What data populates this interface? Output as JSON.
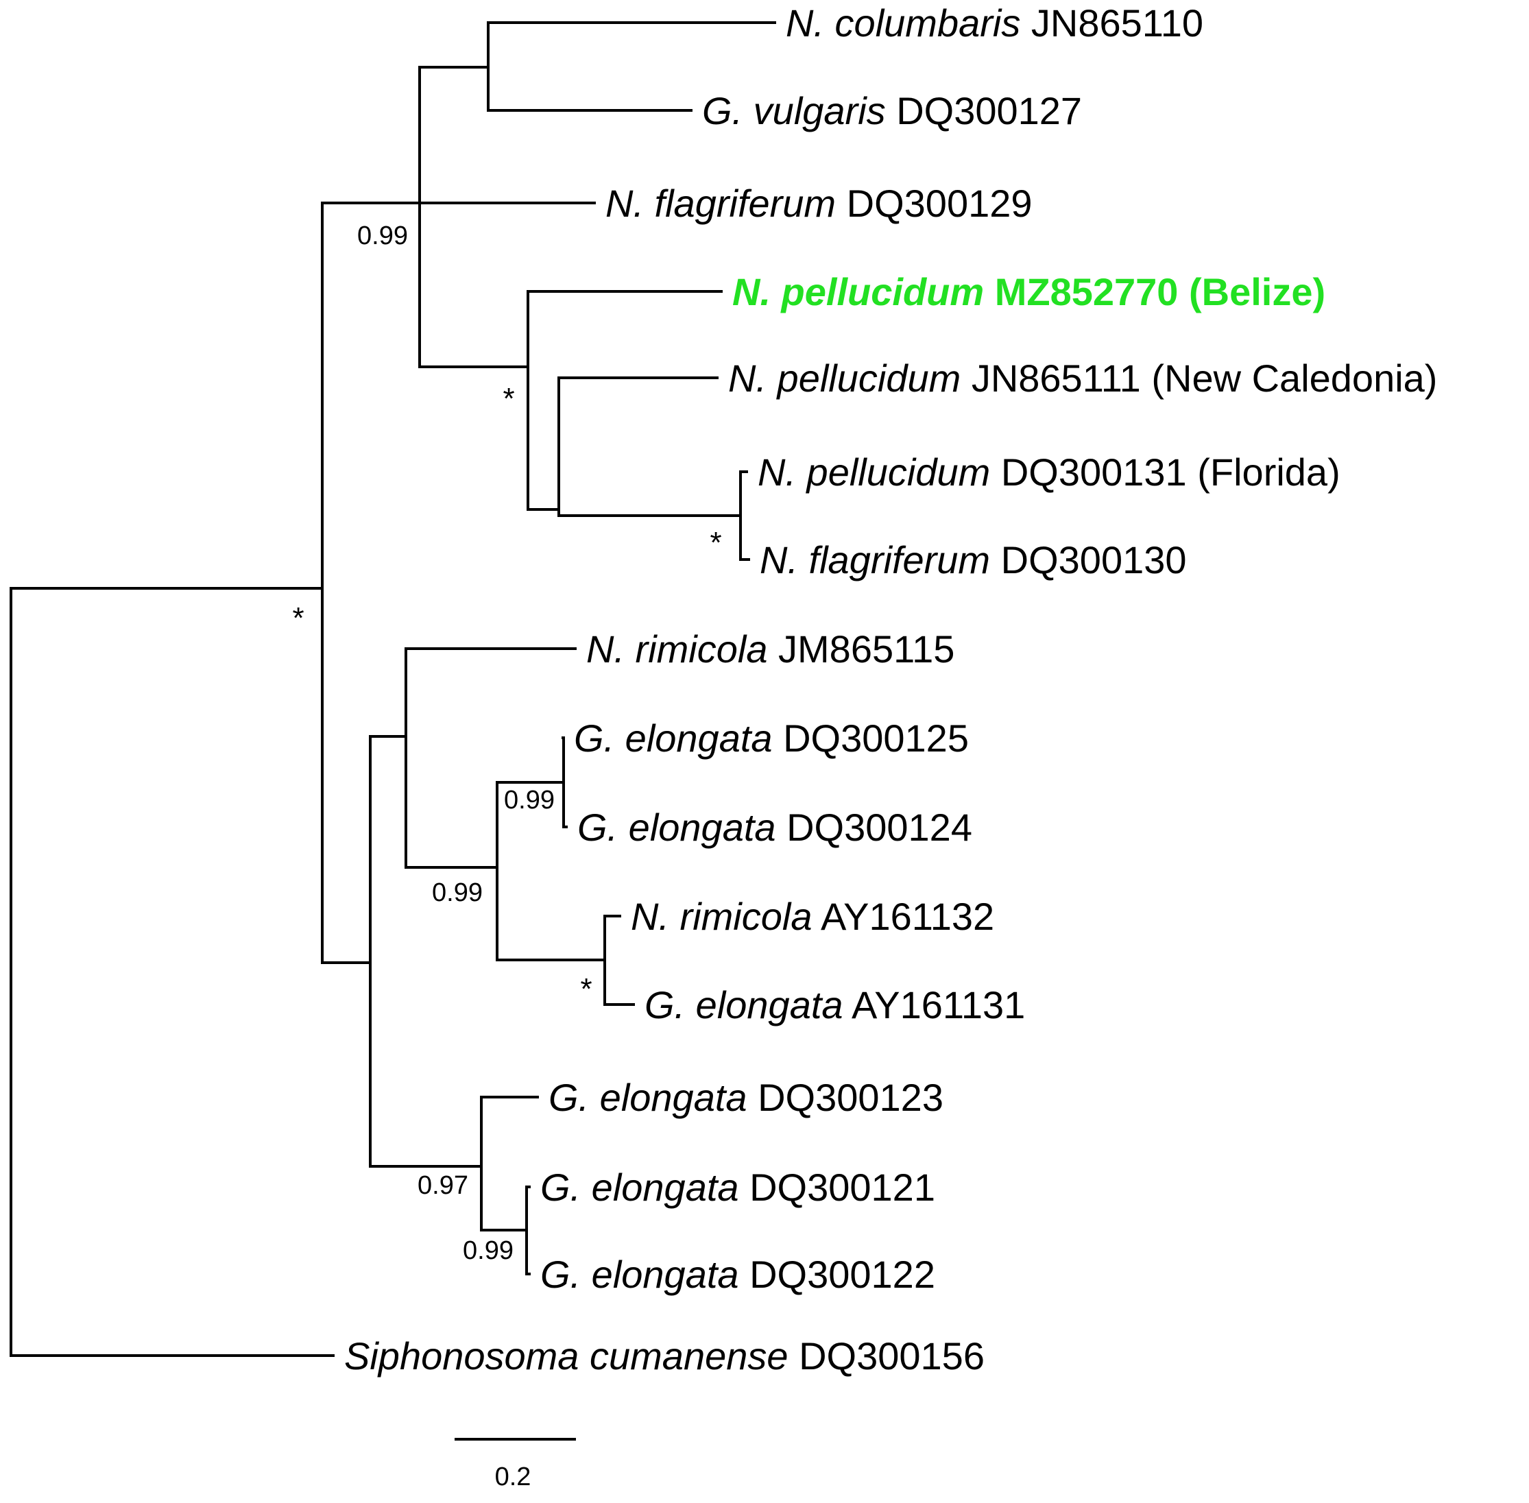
{
  "tips": [
    {
      "species": "N. columbaris",
      "label": "JN865110",
      "highlight": false
    },
    {
      "species": "G. vulgaris",
      "label": "DQ300127",
      "highlight": false
    },
    {
      "species": "N. flagriferum",
      "label": "DQ300129",
      "highlight": false
    },
    {
      "species": "N. pellucidum",
      "label": "MZ852770 (Belize)",
      "highlight": true
    },
    {
      "species": "N. pellucidum",
      "label": "JN865111 (New Caledonia)",
      "highlight": false
    },
    {
      "species": "N. pellucidum",
      "label": "DQ300131 (Florida)",
      "highlight": false
    },
    {
      "species": "N. flagriferum",
      "label": "DQ300130",
      "highlight": false
    },
    {
      "species": "N. rimicola",
      "label": "JM865115",
      "highlight": false
    },
    {
      "species": "G. elongata",
      "label": "DQ300125",
      "highlight": false
    },
    {
      "species": "G. elongata",
      "label": "DQ300124",
      "highlight": false
    },
    {
      "species": "N. rimicola",
      "label": "AY161132",
      "highlight": false
    },
    {
      "species": "G. elongata",
      "label": "AY161131",
      "highlight": false
    },
    {
      "species": "G. elongata",
      "label": "DQ300123",
      "highlight": false
    },
    {
      "species": "G. elongata",
      "label": "DQ300121",
      "highlight": false
    },
    {
      "species": "G. elongata",
      "label": "DQ300122",
      "highlight": false
    },
    {
      "species": "Siphonosoma cumanense",
      "label": "DQ300156",
      "highlight": false
    }
  ],
  "support_values": [
    "*",
    "0.99",
    "*",
    "*",
    "0.99",
    "0.99",
    "*",
    "0.97",
    "0.99"
  ],
  "scale_bar": {
    "value": 0.2,
    "label": "0.2"
  },
  "colors": {
    "highlight": "#22e022",
    "branch": "#000000"
  }
}
